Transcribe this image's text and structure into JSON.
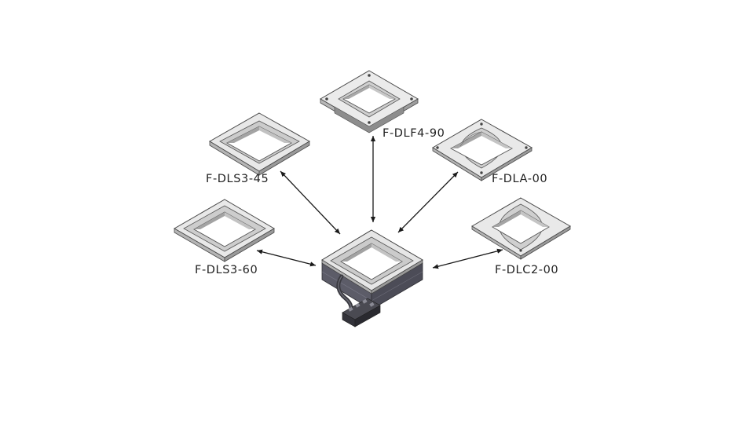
{
  "labels": {
    "dls3_45": "F-DLS3-45",
    "dlf4_90": "F-DLF4-90",
    "dla_00": "F-DLA-00",
    "dls3_60": "F-DLS3-60",
    "dlc2_00": "F-DLC2-00"
  },
  "colors": {
    "background": "#ffffff",
    "label_text": "#222222",
    "arrow": "#1a1a1a",
    "metal_light": "#e4e4e4",
    "metal_mid": "#bdbdbd",
    "metal_dark": "#7c7c7c",
    "housing": "#5a5a66",
    "connector": "#3c3c44"
  },
  "icons": {
    "center": "lighting-module-with-connector",
    "adapters": "square-trim-frame"
  }
}
